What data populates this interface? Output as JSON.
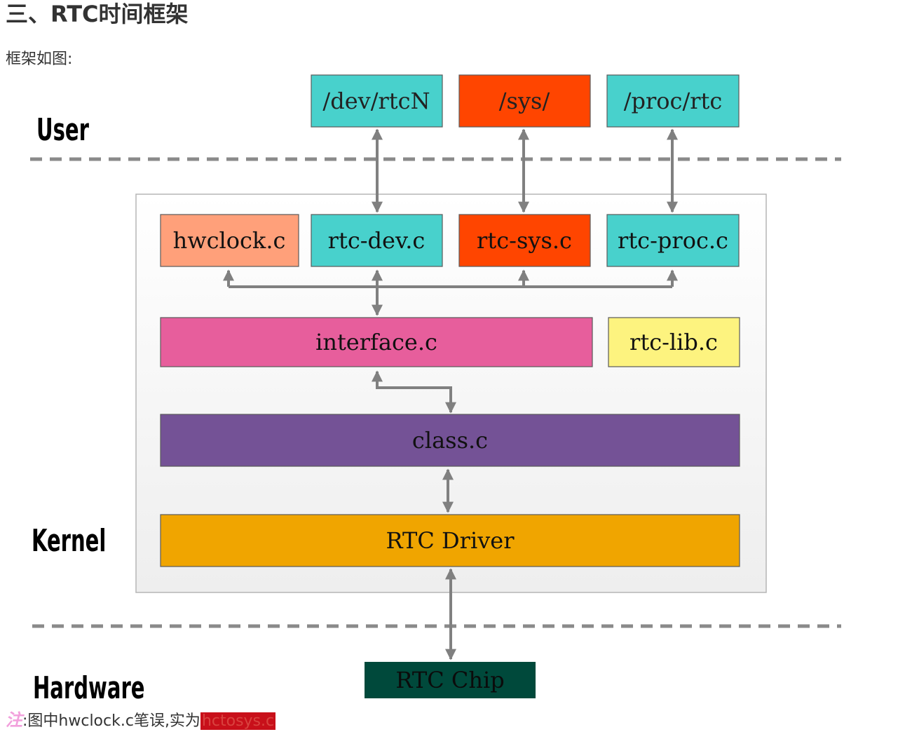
{
  "heading": "三、RTC时间框架",
  "intro": "框架如图:",
  "layers": {
    "user": "User",
    "kernel": "Kernel",
    "hardware": "Hardware"
  },
  "user_nodes": {
    "dev_rtcN": "/dev/rtcN",
    "sys": "/sys/",
    "proc_rtc": "/proc/rtc"
  },
  "kernel_nodes": {
    "hwclock": "hwclock.c",
    "rtc_dev": "rtc-dev.c",
    "rtc_sys": "rtc-sys.c",
    "rtc_proc": "rtc-proc.c",
    "interface": "interface.c",
    "rtc_lib": "rtc-lib.c",
    "class": "class.c",
    "rtc_driver": "RTC Driver"
  },
  "hardware_nodes": {
    "rtc_chip": "RTC Chip"
  },
  "colors": {
    "teal": "#48d1cc",
    "orange_red": "#ff4500",
    "salmon": "#ffa07a",
    "pink": "#e75e9c",
    "yellow": "#fdf37f",
    "purple": "#745296",
    "amber": "#f0a500",
    "dark_green": "#00493b",
    "arrow": "#808080"
  },
  "note": {
    "mark": "注",
    "text": ":图中hwclock.c笔误,实为",
    "highlight": "hctosys.c"
  }
}
